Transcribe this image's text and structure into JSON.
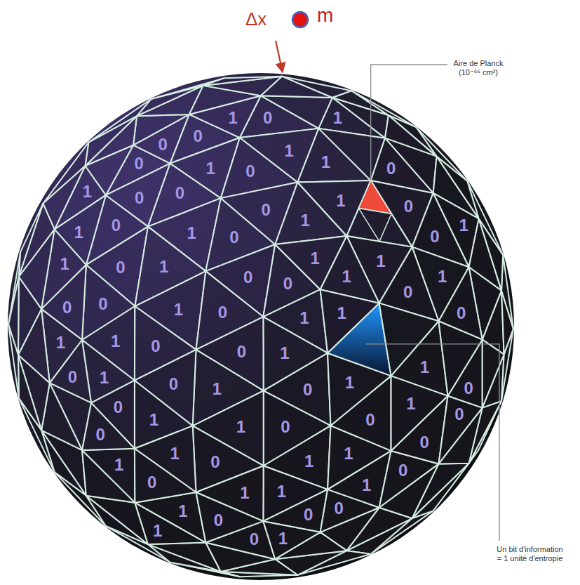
{
  "diagram": {
    "labels": [
      "Δx",
      "m",
      "Aire de Planck (10⁻⁶⁶ cm²)",
      "0",
      "1",
      "0",
      "1",
      "0",
      "0",
      "1",
      "0",
      "1",
      "1",
      "0",
      "1",
      "0",
      "0",
      "1",
      "1",
      "0",
      "1",
      "0",
      "1",
      "0",
      "0",
      "1",
      "1",
      "0",
      "1",
      "0",
      "1",
      "1",
      "0",
      "0",
      "1",
      "0",
      "1",
      "0",
      "0",
      "1",
      "0",
      "1",
      "1",
      "0",
      "1",
      "1",
      "0",
      "0",
      "1",
      "0",
      "1",
      "0",
      "1",
      "0",
      "1",
      "1",
      "0",
      "0",
      "1",
      "0",
      "1",
      "0",
      "0",
      "1",
      "1",
      "0",
      "1",
      "0",
      "1",
      "0",
      "0",
      "1",
      "1",
      "0",
      "1",
      "0",
      "1",
      "1",
      "0",
      "0",
      "1",
      "0",
      "1",
      "Un bit d'information = 1 unité d'entropie"
    ]
  }
}
